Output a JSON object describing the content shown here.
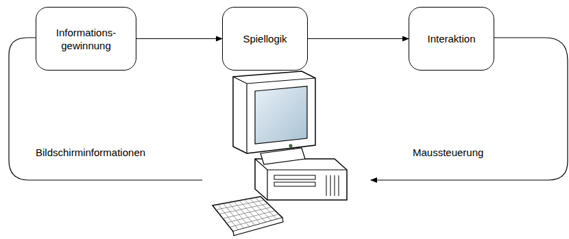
{
  "diagram": {
    "nodes": [
      {
        "text": [
          "Informations- gewinnung"
        ]
      },
      {
        "text": [
          "Spiellogik"
        ]
      },
      {
        "text": [
          "Interaktion"
        ]
      }
    ],
    "edges": [
      {
        "from": 0,
        "to": 1,
        "arrow": "to"
      },
      {
        "from": 1,
        "to": 2,
        "arrow": "to"
      }
    ],
    "labels": [
      "Bildschirminformationen",
      "Maussteuerung"
    ]
  }
}
